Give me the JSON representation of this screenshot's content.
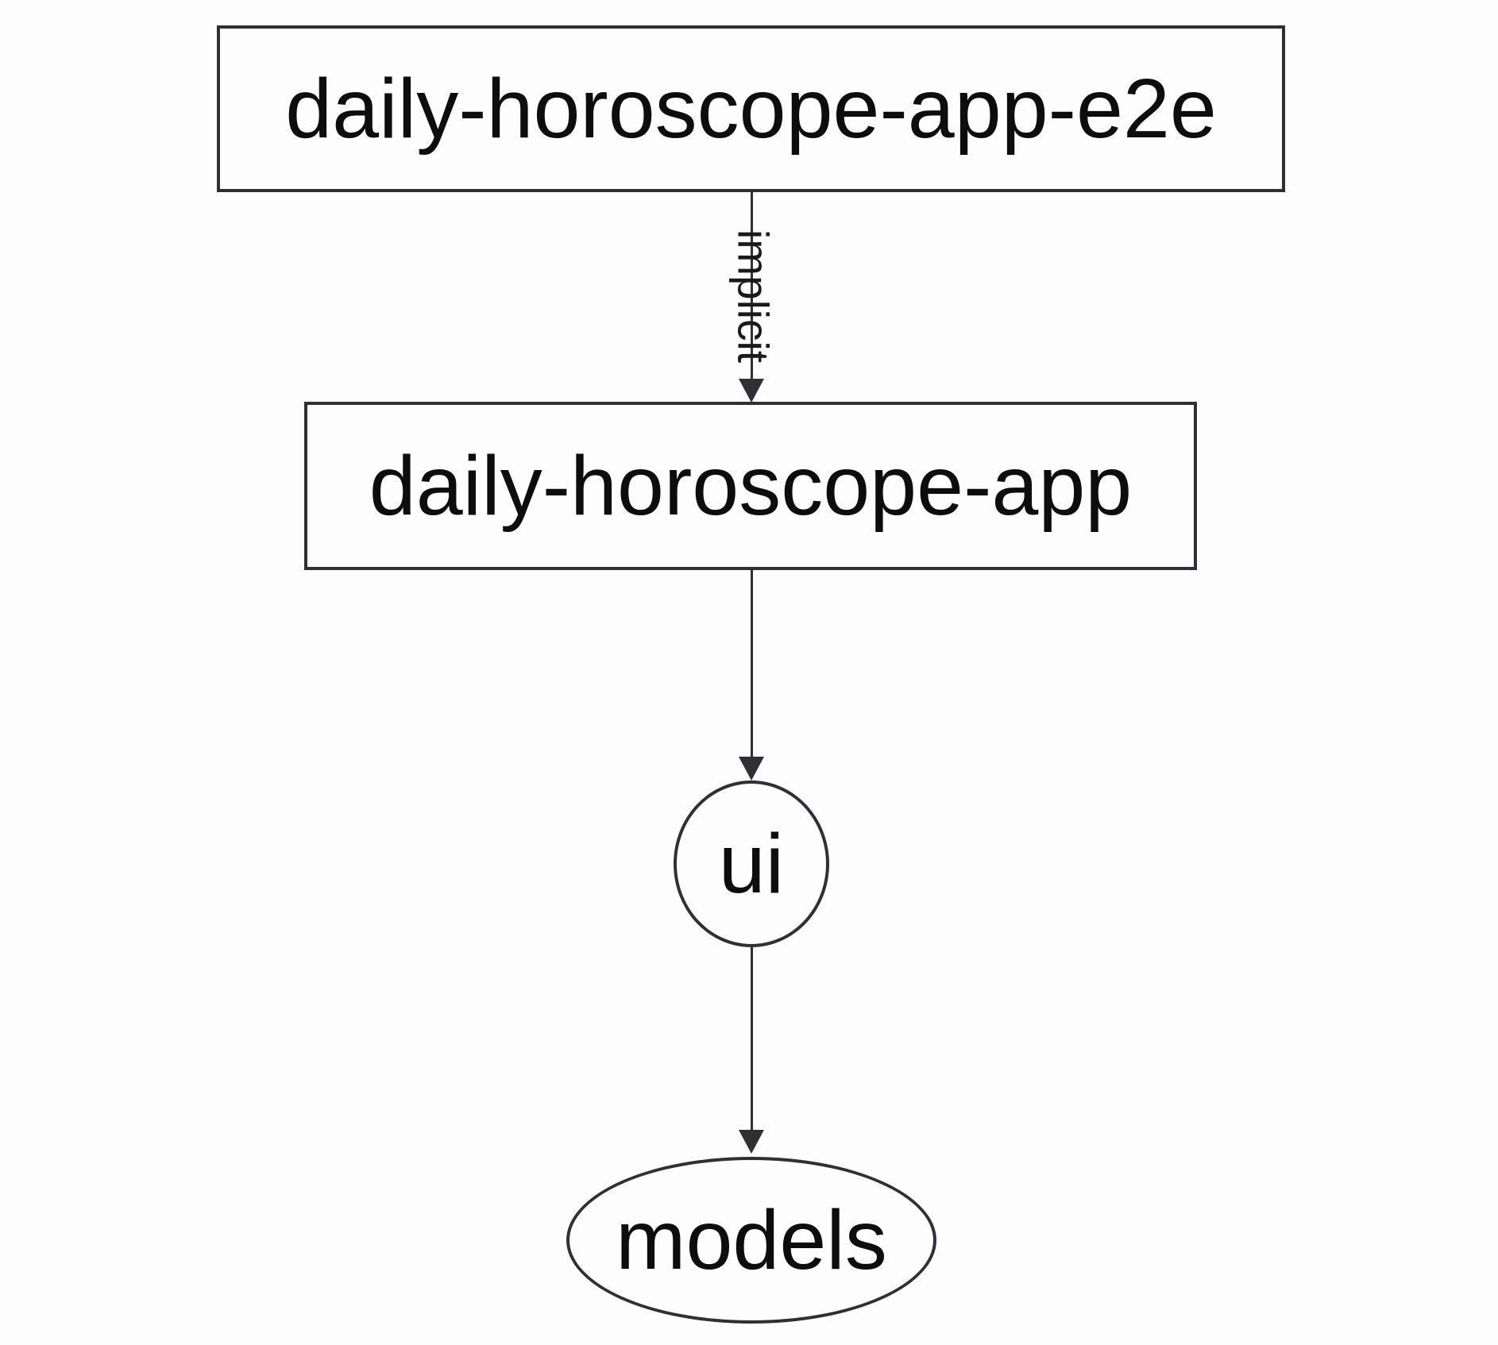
{
  "diagram": {
    "type": "dependency-graph",
    "colors": {
      "background": "#fdfdfd",
      "stroke": "#2f2f36",
      "text": "#0d0d0d"
    },
    "nodes": [
      {
        "id": "daily-horoscope-app-e2e",
        "label": "daily-horoscope-app-e2e",
        "shape": "rect"
      },
      {
        "id": "daily-horoscope-app",
        "label": "daily-horoscope-app",
        "shape": "rect"
      },
      {
        "id": "ui",
        "label": "ui",
        "shape": "ellipse"
      },
      {
        "id": "models",
        "label": "models",
        "shape": "ellipse"
      }
    ],
    "edges": [
      {
        "from": "daily-horoscope-app-e2e",
        "to": "daily-horoscope-app",
        "label": "implicit",
        "style": "solid"
      },
      {
        "from": "daily-horoscope-app",
        "to": "ui",
        "label": "",
        "style": "solid"
      },
      {
        "from": "ui",
        "to": "models",
        "label": "",
        "style": "solid"
      }
    ]
  }
}
